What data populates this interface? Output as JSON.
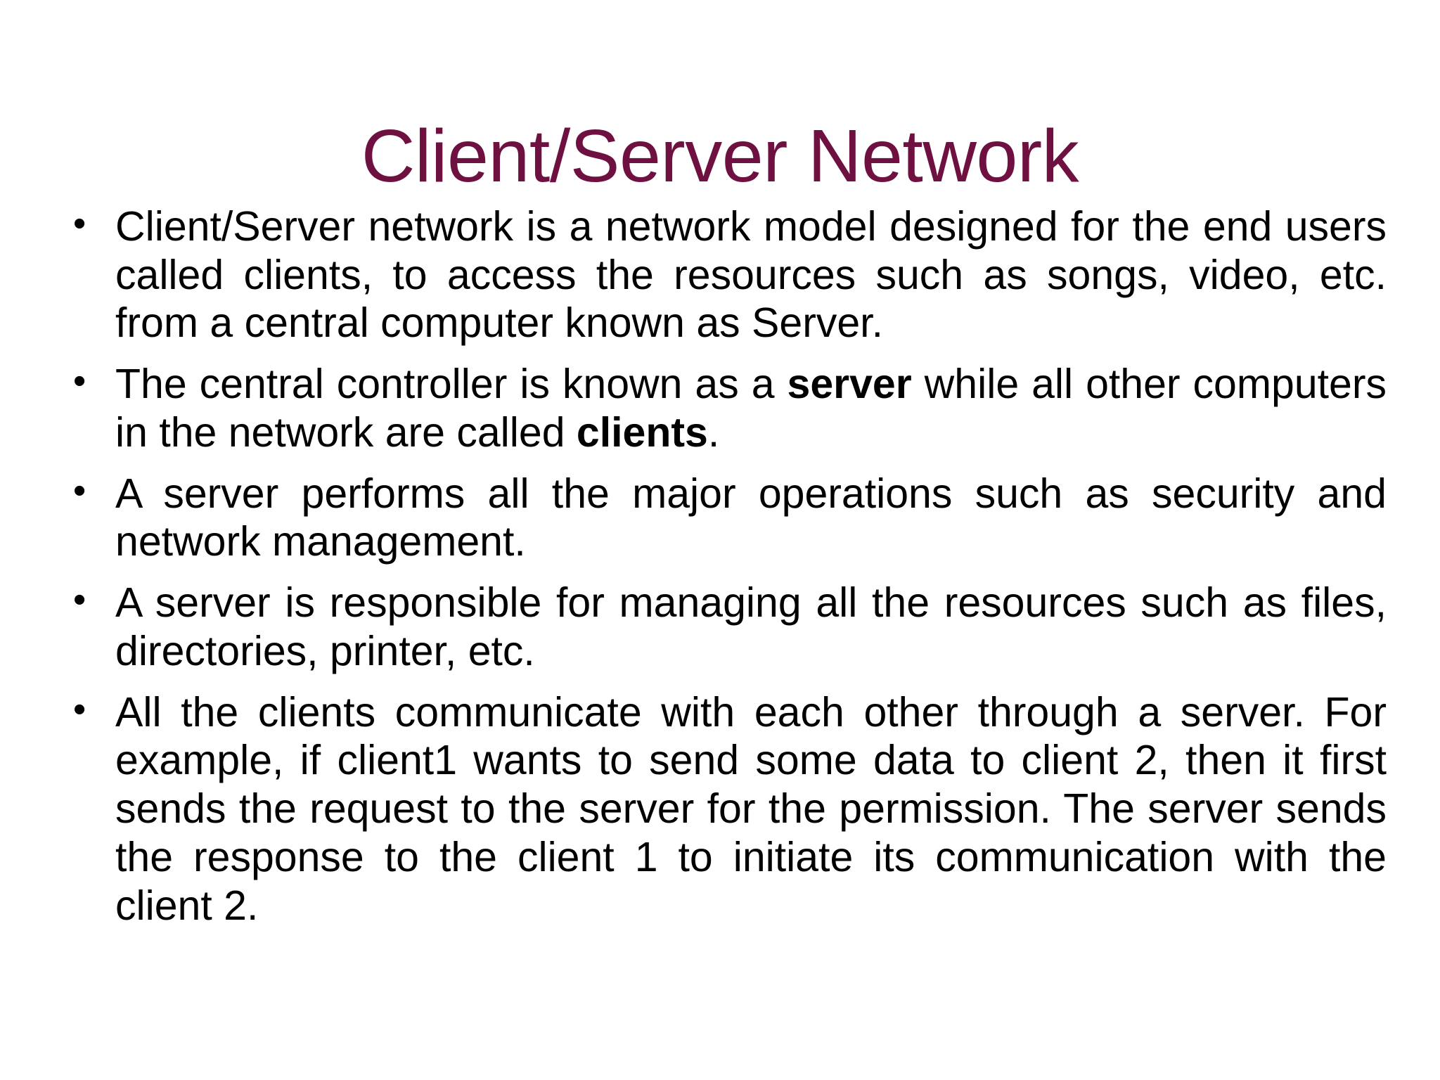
{
  "slide": {
    "title": "Client/Server Network",
    "title_color": "#6E1140",
    "body_color": "#000000",
    "background_color": "#FFFFFF",
    "bullet_glyph": "•",
    "bullets": [
      {
        "id": "bullet-1",
        "text": "Client/Server network is a network model designed for the end users called clients, to access the resources such as songs, video, etc. from a central computer known as Server.",
        "html": "Client/Server network is a network model designed for the end users called clients, to access the resources such as songs, video, etc. from a central computer known as Server."
      },
      {
        "id": "bullet-2",
        "text": "The central controller is known as a server while all other computers in the network are called clients.",
        "html": "The central controller is known as a <b>server</b> while all other computers in the network are called <b>clients</b>."
      },
      {
        "id": "bullet-3",
        "text": "A server performs all the major operations such as security and network management.",
        "html": "A server performs all the major operations such as security and network management."
      },
      {
        "id": "bullet-4",
        "text": "A server is responsible for managing all the resources such as files, directories, printer, etc.",
        "html": "A server is responsible for managing all the resources such as files, directories, printer, etc."
      },
      {
        "id": "bullet-5",
        "text": "All the clients communicate with each other through a server. For example, if client1 wants to send some data to client 2, then it first sends the request to the server for the permission. The server sends the response to the client 1 to initiate its communication with the client 2.",
        "html": "All the clients communicate with each other through a server. For example, if client1 wants to send some data to client 2, then it first sends the request to the server for the permission. The server sends the response to the client 1 to initiate its communication with the client 2."
      }
    ]
  }
}
